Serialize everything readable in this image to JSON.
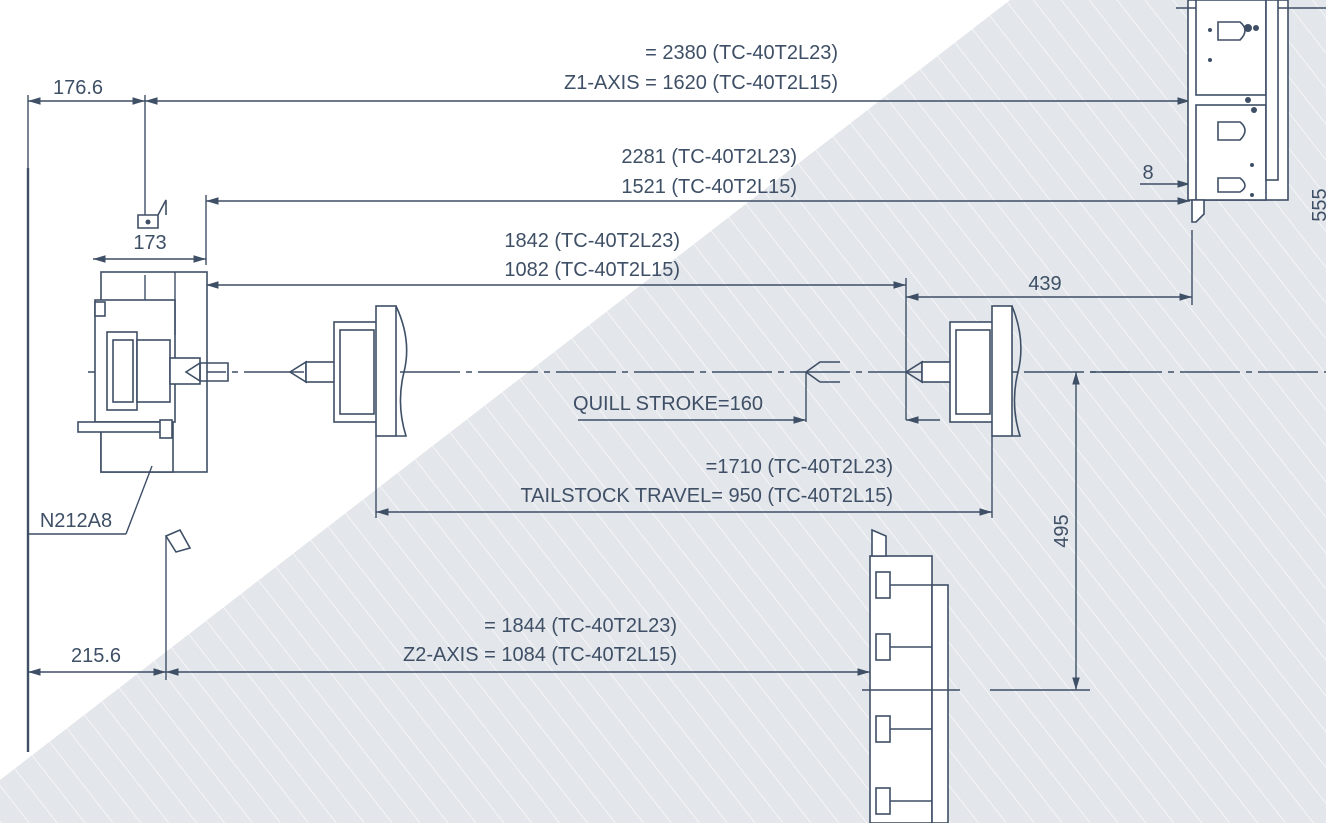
{
  "labels": {
    "z1_top": "= 2380 (TC-40T2L23)",
    "z1_bottom": "Z1-AXIS = 1620 (TC-40T2L15)",
    "d176": "176.6",
    "d2281": "2281 (TC-40T2L23)",
    "d1521": "1521 (TC-40T2L15)",
    "d8": "8",
    "d555": "555",
    "d173": "173",
    "d1842": "1842 (TC-40T2L23)",
    "d1082": "1082 (TC-40T2L15)",
    "d439": "439",
    "quill": "QUILL STROKE=160",
    "tail_top": "=1710 (TC-40T2L23)",
    "tail_bottom": "TAILSTOCK TRAVEL= 950 (TC-40T2L15)",
    "part_no": "N212A8",
    "d495": "495",
    "z2_top": "= 1844 (TC-40T2L23)",
    "z2_bottom": "Z2-AXIS = 1084 (TC-40T2L15)",
    "d215": "215.6"
  },
  "colors": {
    "line": "#3e4f66",
    "background_band": "#e3e6ea",
    "hatch": "#ffffff"
  }
}
